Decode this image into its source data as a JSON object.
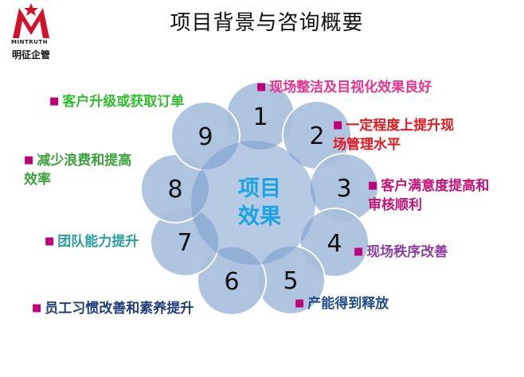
{
  "logo": {
    "en": "MINTRUTH",
    "cn": "明征企管",
    "accent": "#d3102a"
  },
  "title": "项目背景与咨询概要",
  "center": {
    "line1": "项目",
    "line2": "效果",
    "color": "#1aa3e6"
  },
  "bullet_color": "#c0007a",
  "circle_fill": "#a9c0dd",
  "circle_stroke": "#ffffff",
  "hub_fill": "#7a9fcc",
  "items": [
    {
      "num": "1",
      "label": "现场整洁及目视化效果良好",
      "color": "#e8338f"
    },
    {
      "num": "2",
      "label_lines": [
        "一定程度上提升现",
        "场管理水平"
      ],
      "color": "#e8171d"
    },
    {
      "num": "3",
      "label_lines": [
        "客户满意度提高和",
        "审核顺利"
      ],
      "color": "#c3127a"
    },
    {
      "num": "4",
      "label": "现场秩序改善",
      "color": "#8e3fa2"
    },
    {
      "num": "5",
      "label": "产能得到释放",
      "color": "#1f4e8c"
    },
    {
      "num": "6",
      "label": "员工习惯改善和素养提升",
      "color": "#1f3d7a"
    },
    {
      "num": "7",
      "label": "团队能力提升",
      "color": "#2a9d9e"
    },
    {
      "num": "8",
      "label_lines": [
        "减少浪费和提高",
        "效率"
      ],
      "color": "#3aa23a"
    },
    {
      "num": "9",
      "label": "客户升级或获取订单",
      "color": "#2fbf2f"
    }
  ]
}
